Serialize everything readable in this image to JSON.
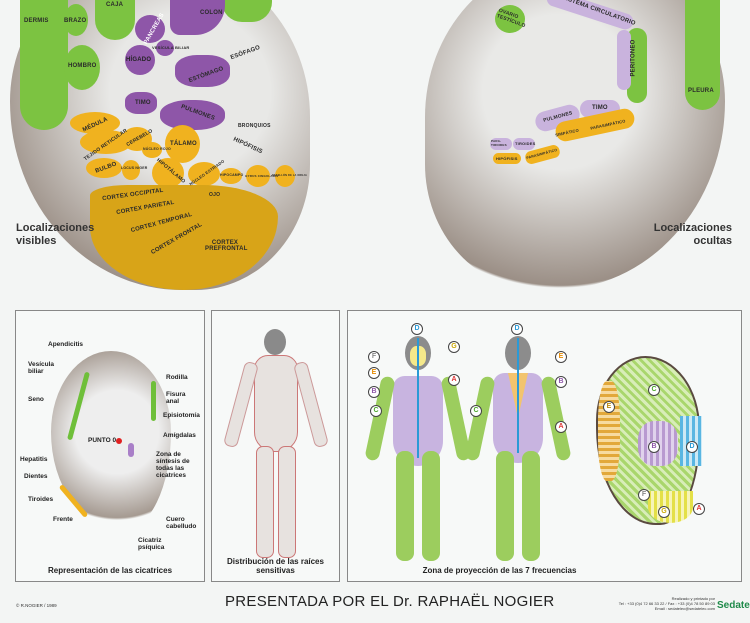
{
  "left_ear": {
    "title": "Localizaciones visibles",
    "labels": {
      "dermis": "DERMIS",
      "brazo": "BRAZO",
      "hombro": "HOMBRO",
      "caja": "CAJA",
      "pancreas": "PANCREAS",
      "higado": "HÍGADO",
      "vesicula": "VESÍCULA BILIAR",
      "colon": "COLON",
      "estomago": "ESTÓMAGO",
      "esofago": "ESÓFAGO",
      "timo": "TIMO",
      "pulmones": "PULMONES",
      "bronquios": "BRONQUIOS",
      "hipofisis": "HIPÓFISIS",
      "medula": "MÉDULA",
      "tejido": "TEJIDO RETICULAR",
      "cerebelo": "CEREBELO",
      "nucleo_rojo": "NÚCLEO ROJO",
      "talamo": "TÁLAMO",
      "bulbo": "BULBO",
      "locus": "LOCUS NIGER",
      "hipotalamo": "HIPOTÁLAMO",
      "nucleo_estriado": "NÚCLEO ESTRIADO",
      "hipocampo": "HIPOCAMPO",
      "gyrus": "GYRUS CINGULARIS",
      "pabellon": "PABELLÓN DE LA OREJA",
      "ojo": "OJO",
      "occipital": "CORTEX OCCIPITAL",
      "parietal": "CORTEX PARIETAL",
      "temporal": "CORTEX TEMPORAL",
      "frontal": "CORTEX FRONTAL",
      "prefrontal": "CORTEX PREFRONTAL"
    }
  },
  "right_ear": {
    "title": "Localizaciones ocultas",
    "labels": {
      "ovario": "OVARIO TESTÍCULO",
      "circulatorio": "SISTEMA CIRCULATORIO",
      "peritoneo": "PERITONEO",
      "pleura": "PLEURA",
      "timo": "TIMO",
      "pulmones": "PULMONES",
      "paratiroides": "PARA-TIROIDES",
      "tiroides": "TIROIDES",
      "simpatico": "SIMPÁTICO",
      "parasimpatico": "PARASIMPÁTICO",
      "hipofisis": "HIPÓFISIS",
      "parasimpatico2": "PARASIMPÁTICO"
    }
  },
  "panel_scars": {
    "caption": "Representación de las cicatrices",
    "labels": {
      "apendicitis": "Apendicitis",
      "vesicula": "Vesícula biliar",
      "seno": "Seno",
      "hepatitis": "Hepatitis",
      "dientes": "Dientes",
      "tiroides": "Tiroides",
      "frente": "Frente",
      "rodilla": "Rodilla",
      "fisura": "Fisura anal",
      "episiotomia": "Episiotomía",
      "amigdalas": "Amígdalas",
      "punto0": "PUNTO 0",
      "zona": "Zona de síntesis de todas las cicatrices",
      "cuero": "Cuero cabelludo",
      "cicatriz": "Cicatriz psíquica"
    }
  },
  "panel_roots": {
    "caption": "Distribución de las raíces sensitivas"
  },
  "panel_freq": {
    "caption": "Zona de proyección de las 7 frecuencias",
    "letters": [
      "A",
      "B",
      "C",
      "D",
      "E",
      "F",
      "G"
    ]
  },
  "footer": {
    "copyright": "© R.NOGIER / 1989",
    "title": "PRESENTADA POR EL Dr. RAPHAËL NOGIER",
    "credit1": "Realizado y printado por",
    "credit2": "Tel : +33 (0)4 72 66 33 22 / Fax : +33 (0)4 78 50 89 03",
    "credit3": "Email : sedatelec@sedatelec.com",
    "brand": "Sedatelec"
  },
  "colors": {
    "green": "#7cc341",
    "purple": "#8e56a8",
    "yellow": "#f0b21f",
    "lavender": "#c9b3dd"
  }
}
